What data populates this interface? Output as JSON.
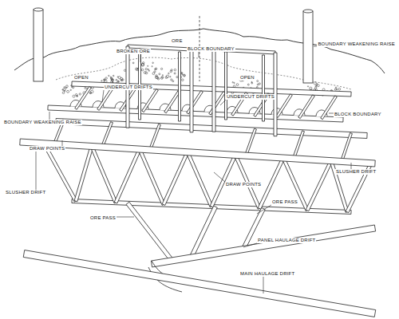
{
  "diagram": {
    "labels": [
      "ORE",
      "BROKEN ORE",
      "BLOCK BOUNDARY",
      "BOUNDARY WEAKENING RAISE",
      "OPEN",
      "OPEN",
      "UNDERCUT DRIFTS",
      "UNDERCUT DRIFTS",
      "BOUNDARY WEAKENING RAISE",
      "BLOCK BOUNDARY",
      "DRAW POINTS",
      "SLUSHER DRIFT",
      "DRAW POINTS",
      "ORE PASS",
      "SLUSHER DRIFT",
      "ORE PASS",
      "PANEL HAULAGE DRIFT",
      "MAIN HAULAGE DRIFT"
    ]
  }
}
